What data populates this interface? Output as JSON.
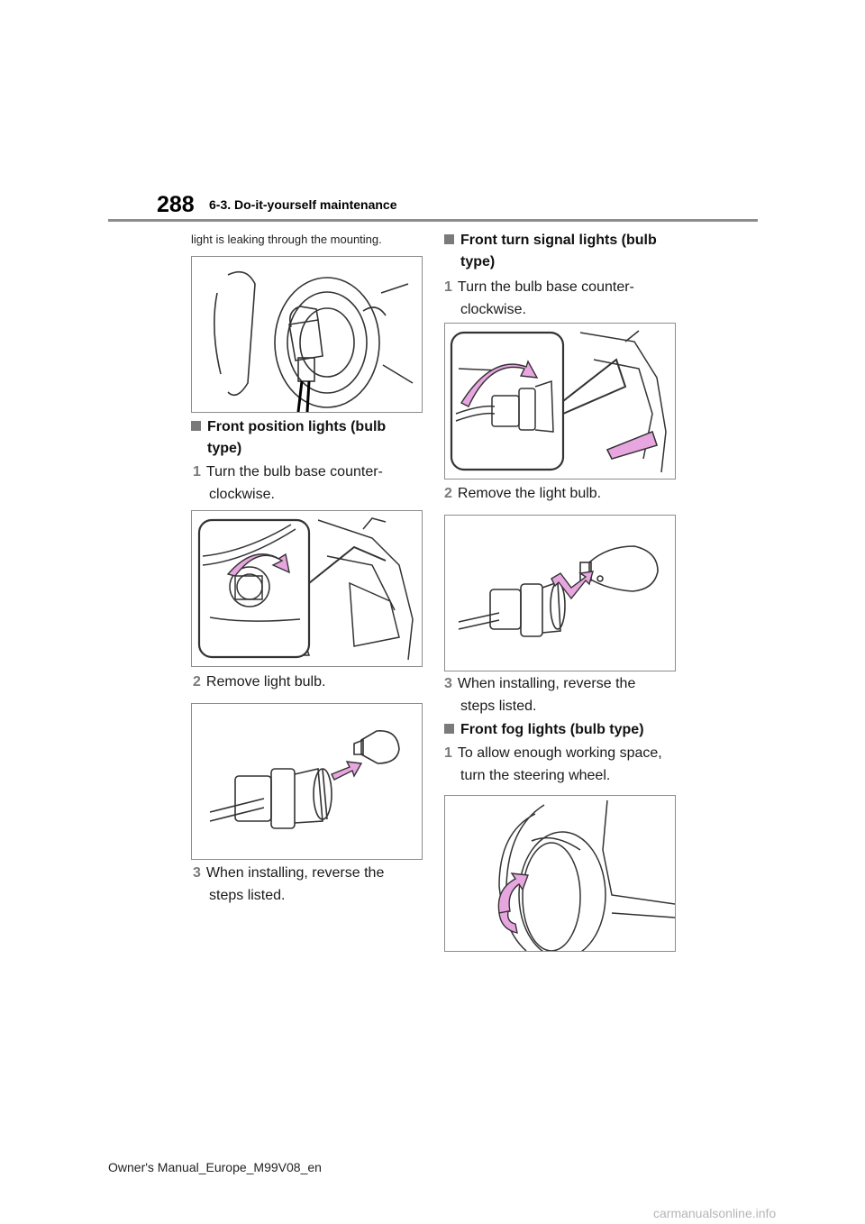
{
  "header": {
    "page_number": "288",
    "section_title": "6-3. Do-it-yourself maintenance"
  },
  "left_column": {
    "intro_text": "light is leaking through the mounting.",
    "position_lights": {
      "heading_line1": "Front position lights (bulb",
      "heading_line2": "type)",
      "steps": [
        {
          "num": "1",
          "line1": "Turn the bulb base counter-",
          "line2": "clockwise."
        },
        {
          "num": "2",
          "line1": "Remove light bulb.",
          "line2": ""
        },
        {
          "num": "3",
          "line1": "When installing, reverse the",
          "line2": "steps listed."
        }
      ]
    }
  },
  "right_column": {
    "turn_signal": {
      "heading_line1": "Front turn signal lights (bulb",
      "heading_line2": "type)",
      "steps": [
        {
          "num": "1",
          "line1": "Turn the bulb base counter-",
          "line2": "clockwise."
        },
        {
          "num": "2",
          "line1": "Remove the light bulb.",
          "line2": ""
        },
        {
          "num": "3",
          "line1": "When installing, reverse the",
          "line2": "steps listed."
        }
      ]
    },
    "fog_lights": {
      "heading": "Front fog lights (bulb type)",
      "steps": [
        {
          "num": "1",
          "line1": "To allow enough working space,",
          "line2": "turn the steering wheel."
        }
      ]
    }
  },
  "footer": {
    "manual_name": "Owner's Manual_Europe_M99V08_en",
    "watermark": "carmanualsonline.info"
  },
  "colors": {
    "accent_pink": "#e8a6e0",
    "rule_gray": "#8a8f8a",
    "marker_gray": "#7a7a7a"
  }
}
